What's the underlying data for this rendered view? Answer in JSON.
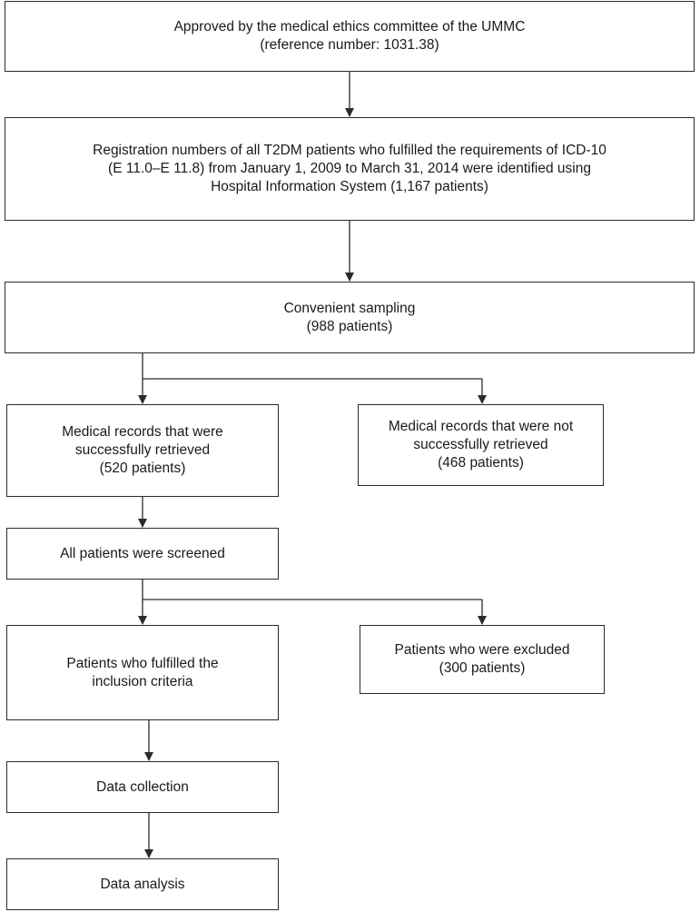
{
  "flowchart": {
    "ethics": {
      "line1": "Approved by the medical ethics committee of the UMMC",
      "line2": "(reference number: 1031.38)"
    },
    "registration": {
      "line1": "Registration numbers of all T2DM patients who fulfilled the requirements of ICD-10",
      "line2": "(E 11.0–E 11.8) from January 1, 2009 to March 31, 2014 were identified using",
      "line3": "Hospital Information System (1,167 patients)"
    },
    "sampling": {
      "line1": "Convenient sampling",
      "line2": "(988 patients)"
    },
    "retrieved": {
      "line1": "Medical records that were",
      "line2": "successfully retrieved",
      "line3": "(520 patients)"
    },
    "not_retrieved": {
      "line1": "Medical records that were not",
      "line2": "successfully retrieved",
      "line3": "(468 patients)"
    },
    "screened": {
      "line1": "All patients were screened"
    },
    "fulfilled": {
      "line1": "Patients who fulfilled the",
      "line2": "inclusion criteria"
    },
    "excluded": {
      "line1": "Patients who were excluded",
      "line2": "(300 patients)"
    },
    "collection": {
      "line1": "Data collection"
    },
    "analysis": {
      "line1": "Data analysis"
    }
  }
}
